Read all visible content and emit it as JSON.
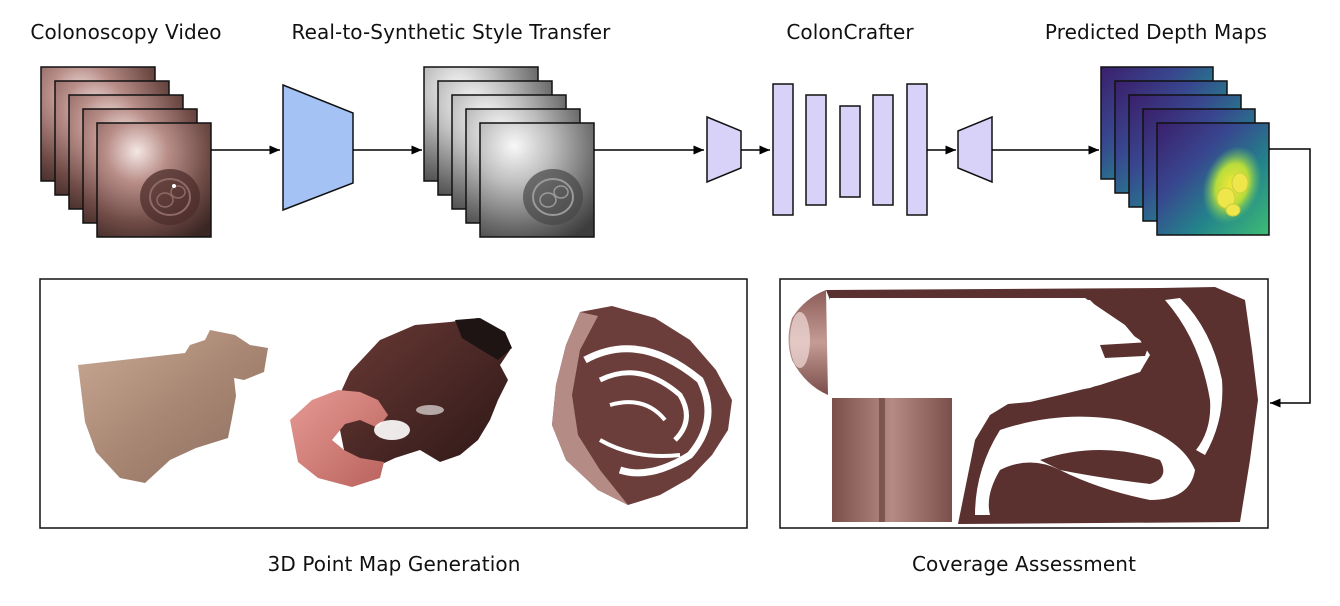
{
  "titles": {
    "colonoscopy_video": "Colonoscopy Video",
    "style_transfer": "Real-to-Synthetic Style Transfer",
    "coloncrafter": "ColonCrafter",
    "depth_maps": "Predicted Depth Maps",
    "point_map": "3D Point Map Generation",
    "coverage": "Coverage Assessment"
  },
  "colors": {
    "style_transfer_block": "#a4c2f4",
    "unet_block": "#d9d2f8",
    "line": "#000000"
  }
}
